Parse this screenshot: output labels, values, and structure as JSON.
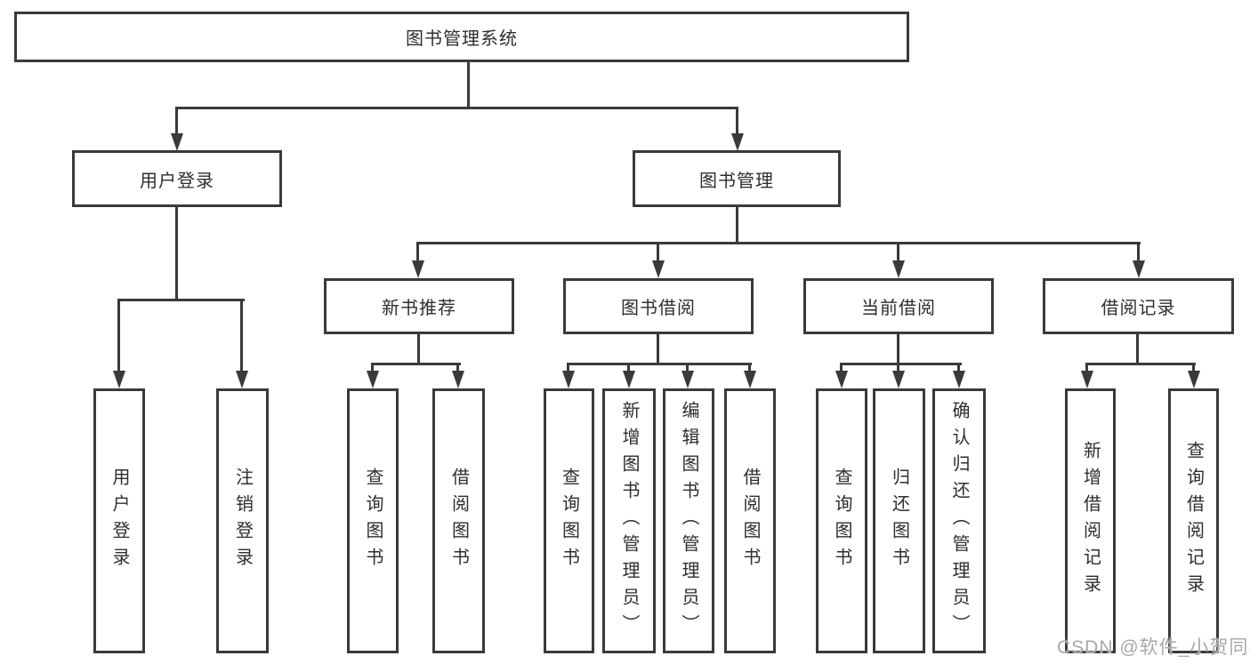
{
  "diagram": {
    "root": {
      "label": "图书管理系统"
    },
    "level2": [
      {
        "label": "用户登录"
      },
      {
        "label": "图书管理"
      }
    ],
    "level3": [
      {
        "label": "新书推荐"
      },
      {
        "label": "图书借阅"
      },
      {
        "label": "当前借阅"
      },
      {
        "label": "借阅记录"
      }
    ],
    "leaves": [
      {
        "label": "用户登录"
      },
      {
        "label": "注销登录"
      },
      {
        "label": "查询图书"
      },
      {
        "label": "借阅图书"
      },
      {
        "label": "查询图书"
      },
      {
        "label": "新增图书（管理员）"
      },
      {
        "label": "编辑图书（管理员）"
      },
      {
        "label": "借阅图书"
      },
      {
        "label": "查询图书"
      },
      {
        "label": "归还图书"
      },
      {
        "label": "确认归还（管理员）"
      },
      {
        "label": "新增借阅记录"
      },
      {
        "label": "查询借阅记录"
      }
    ]
  },
  "watermark": {
    "text": "CSDN @软件_小贺同学"
  },
  "colors": {
    "line": "#3a3a3a",
    "text": "#2e2e2e",
    "watermark": "#a8a8a8",
    "background": "#ffffff"
  }
}
